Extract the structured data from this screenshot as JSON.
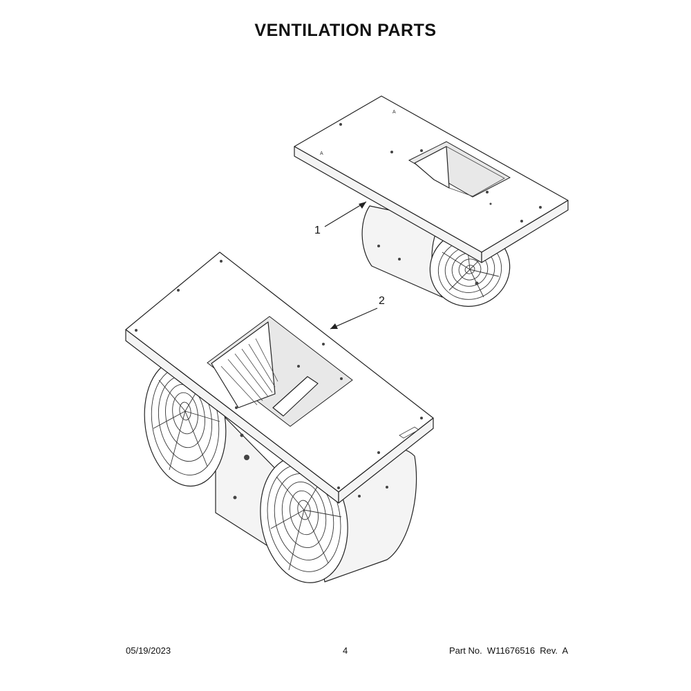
{
  "page": {
    "title": "VENTILATION PARTS"
  },
  "diagram": {
    "callouts": [
      "1",
      "2"
    ]
  },
  "footer": {
    "date": "05/19/2023",
    "page_number": "4",
    "part_number_text": "Part No.  W11676516  Rev.  A"
  }
}
